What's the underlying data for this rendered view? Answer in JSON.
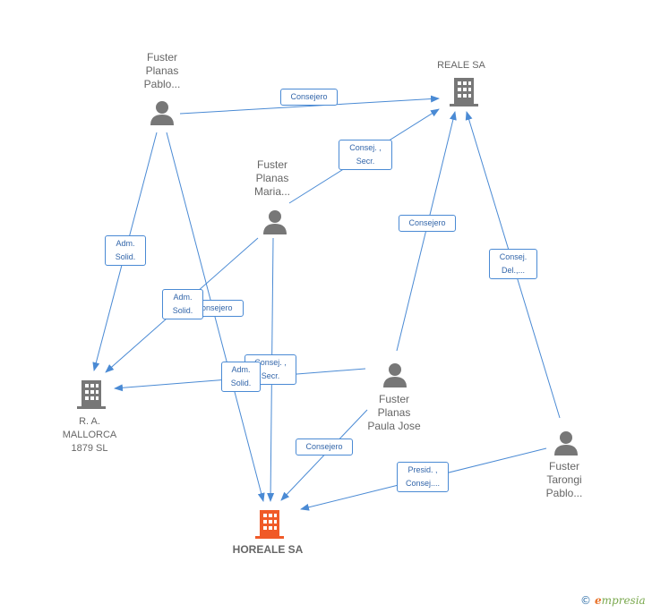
{
  "nodes": {
    "fuster_pablo": {
      "label": "Fuster\nPlanas\nPablo..."
    },
    "reale": {
      "label": "REALE SA"
    },
    "fuster_maria": {
      "label": "Fuster\nPlanas\nMaria..."
    },
    "ra_mallorca": {
      "label": "R. A.\nMALLORCA\n1879 SL"
    },
    "fuster_paula": {
      "label": "Fuster\nPlanas\nPaula Jose"
    },
    "fuster_tarongi": {
      "label": "Fuster\nTarongi\nPablo..."
    },
    "horeale": {
      "label": "HOREALE SA"
    }
  },
  "edges": {
    "e1": {
      "label": "Consejero"
    },
    "e2": {
      "label": "Consej. ,\nSecr."
    },
    "e3": {
      "label": "Consejero"
    },
    "e4": {
      "label": "Consej.\nDel.,..."
    },
    "e5": {
      "label": "Adm.\nSolid."
    },
    "e6": {
      "label": "Consejero"
    },
    "e7": {
      "label": "Adm.\nSolid."
    },
    "e8": {
      "label": "Consej. ,\nSecr."
    },
    "e9": {
      "label": "Adm.\nSolid."
    },
    "e10": {
      "label": "Consejero"
    },
    "e11": {
      "label": "Presid. ,\nConsej...."
    }
  },
  "colors": {
    "edge": "#4a8ad4",
    "person": "#777777",
    "company": "#777777",
    "focus": "#f05a28"
  },
  "brand": {
    "copyright": "©",
    "first_letter": "e",
    "rest": "mpresia"
  }
}
